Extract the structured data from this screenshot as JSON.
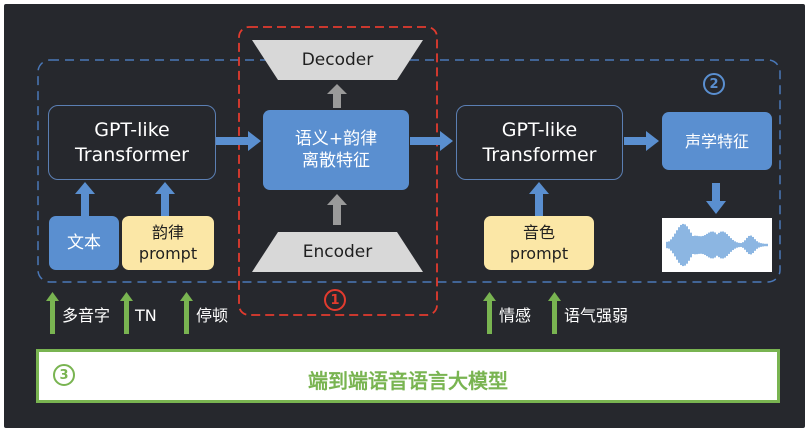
{
  "nodes": {
    "gpt_left": "GPT-like\nTransformer",
    "text_input": "文本",
    "prosody_prompt": "韵律\nprompt",
    "semantic_features": "语义+韵律\n离散特征",
    "decoder": "Decoder",
    "encoder": "Encoder",
    "gpt_right": "GPT-like\nTransformer",
    "timbre_prompt": "音色\nprompt",
    "acoustic_features": "声学特征"
  },
  "labels": {
    "polyphone": "多音字",
    "tn": "TN",
    "pause": "停顿",
    "emotion": "情感",
    "tone_strength": "语气强弱"
  },
  "markers": {
    "one": "1",
    "two": "2",
    "three": "3"
  },
  "bottom_bar": {
    "title": "端到端语音语言大模型"
  },
  "colors": {
    "background": "#26282d",
    "box_blue": "#5a8fd0",
    "box_yellow": "#fbe7a6",
    "outline_blue": "#5b7fb3",
    "arrow_blue": "#5a8fd0",
    "arrow_gray": "#9a9a9a",
    "arrow_green": "#79b451",
    "dashed_red": "#e23b2e",
    "trapezoid": "#d8d8d8"
  }
}
